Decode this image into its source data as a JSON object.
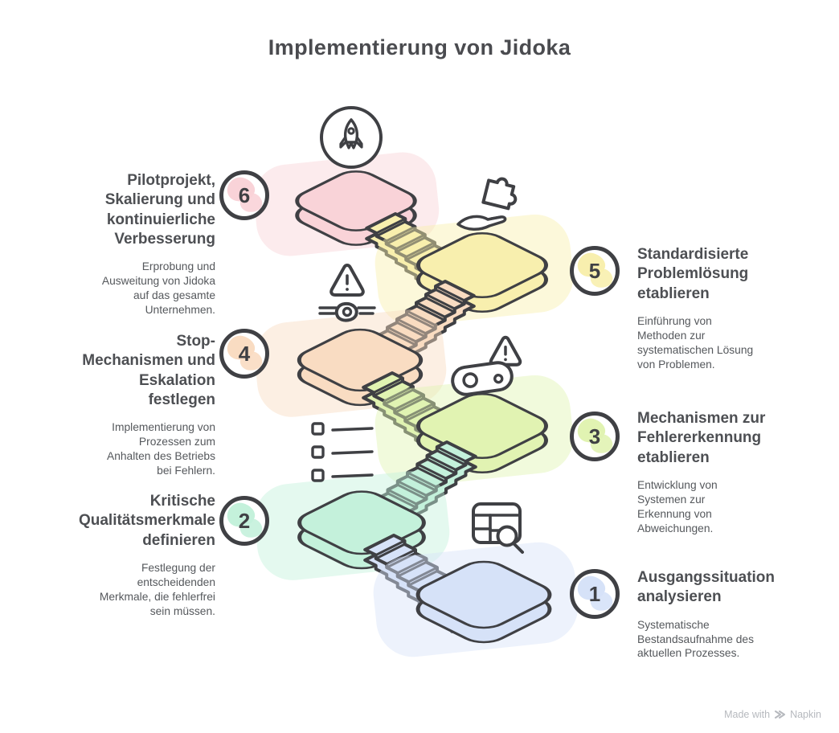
{
  "title": "Implementierung von Jidoka",
  "footer": {
    "made_with": "Made with",
    "brand": "Napkin"
  },
  "outline_color": "#3f4044",
  "steps": [
    {
      "number": "1",
      "side": "right",
      "icon": "table-search-icon",
      "color": "#d6e2f8",
      "title": "Ausgangssituation\nanalysieren",
      "description": "Systematische\nBestandsaufnahme des\naktuellen Prozesses."
    },
    {
      "number": "2",
      "side": "left",
      "icon": "checklist-icon",
      "color": "#c4f1db",
      "title": "Kritische\nQualitätsmerkmale\ndefinieren",
      "description": "Festlegung der\nentscheidenden\nMerkmale, die fehlerfrei\nsein müssen."
    },
    {
      "number": "3",
      "side": "right",
      "icon": "warning-sensor-icon",
      "color": "#e1f3b2",
      "title": "Mechanismen zur\nFehlererkennung\netablieren",
      "description": "Entwicklung von\nSystemen zur\nErkennung von\nAbweichungen."
    },
    {
      "number": "4",
      "side": "left",
      "icon": "warning-stop-icon",
      "color": "#f9dcc2",
      "title": "Stop-\nMechanismen und\nEskalation\nfestlegen",
      "description": "Implementierung von\nProzessen zum\nAnhalten des Betriebs\nbei Fehlern."
    },
    {
      "number": "5",
      "side": "right",
      "icon": "hand-puzzle-icon",
      "color": "#f8efae",
      "title": "Standardisierte\nProblemlösung\netablieren",
      "description": "Einführung von\nMethoden zur\nsystematischen Lösung\nvon Problemen."
    },
    {
      "number": "6",
      "side": "left",
      "icon": "rocket-icon",
      "color": "#f9d3d8",
      "title": "Pilotprojekt,\nSkalierung und\nkontinuierliche\nVerbesserung",
      "description": "Erprobung und\nAusweitung von Jidoka\nauf das gesamte\nUnternehmen."
    }
  ]
}
